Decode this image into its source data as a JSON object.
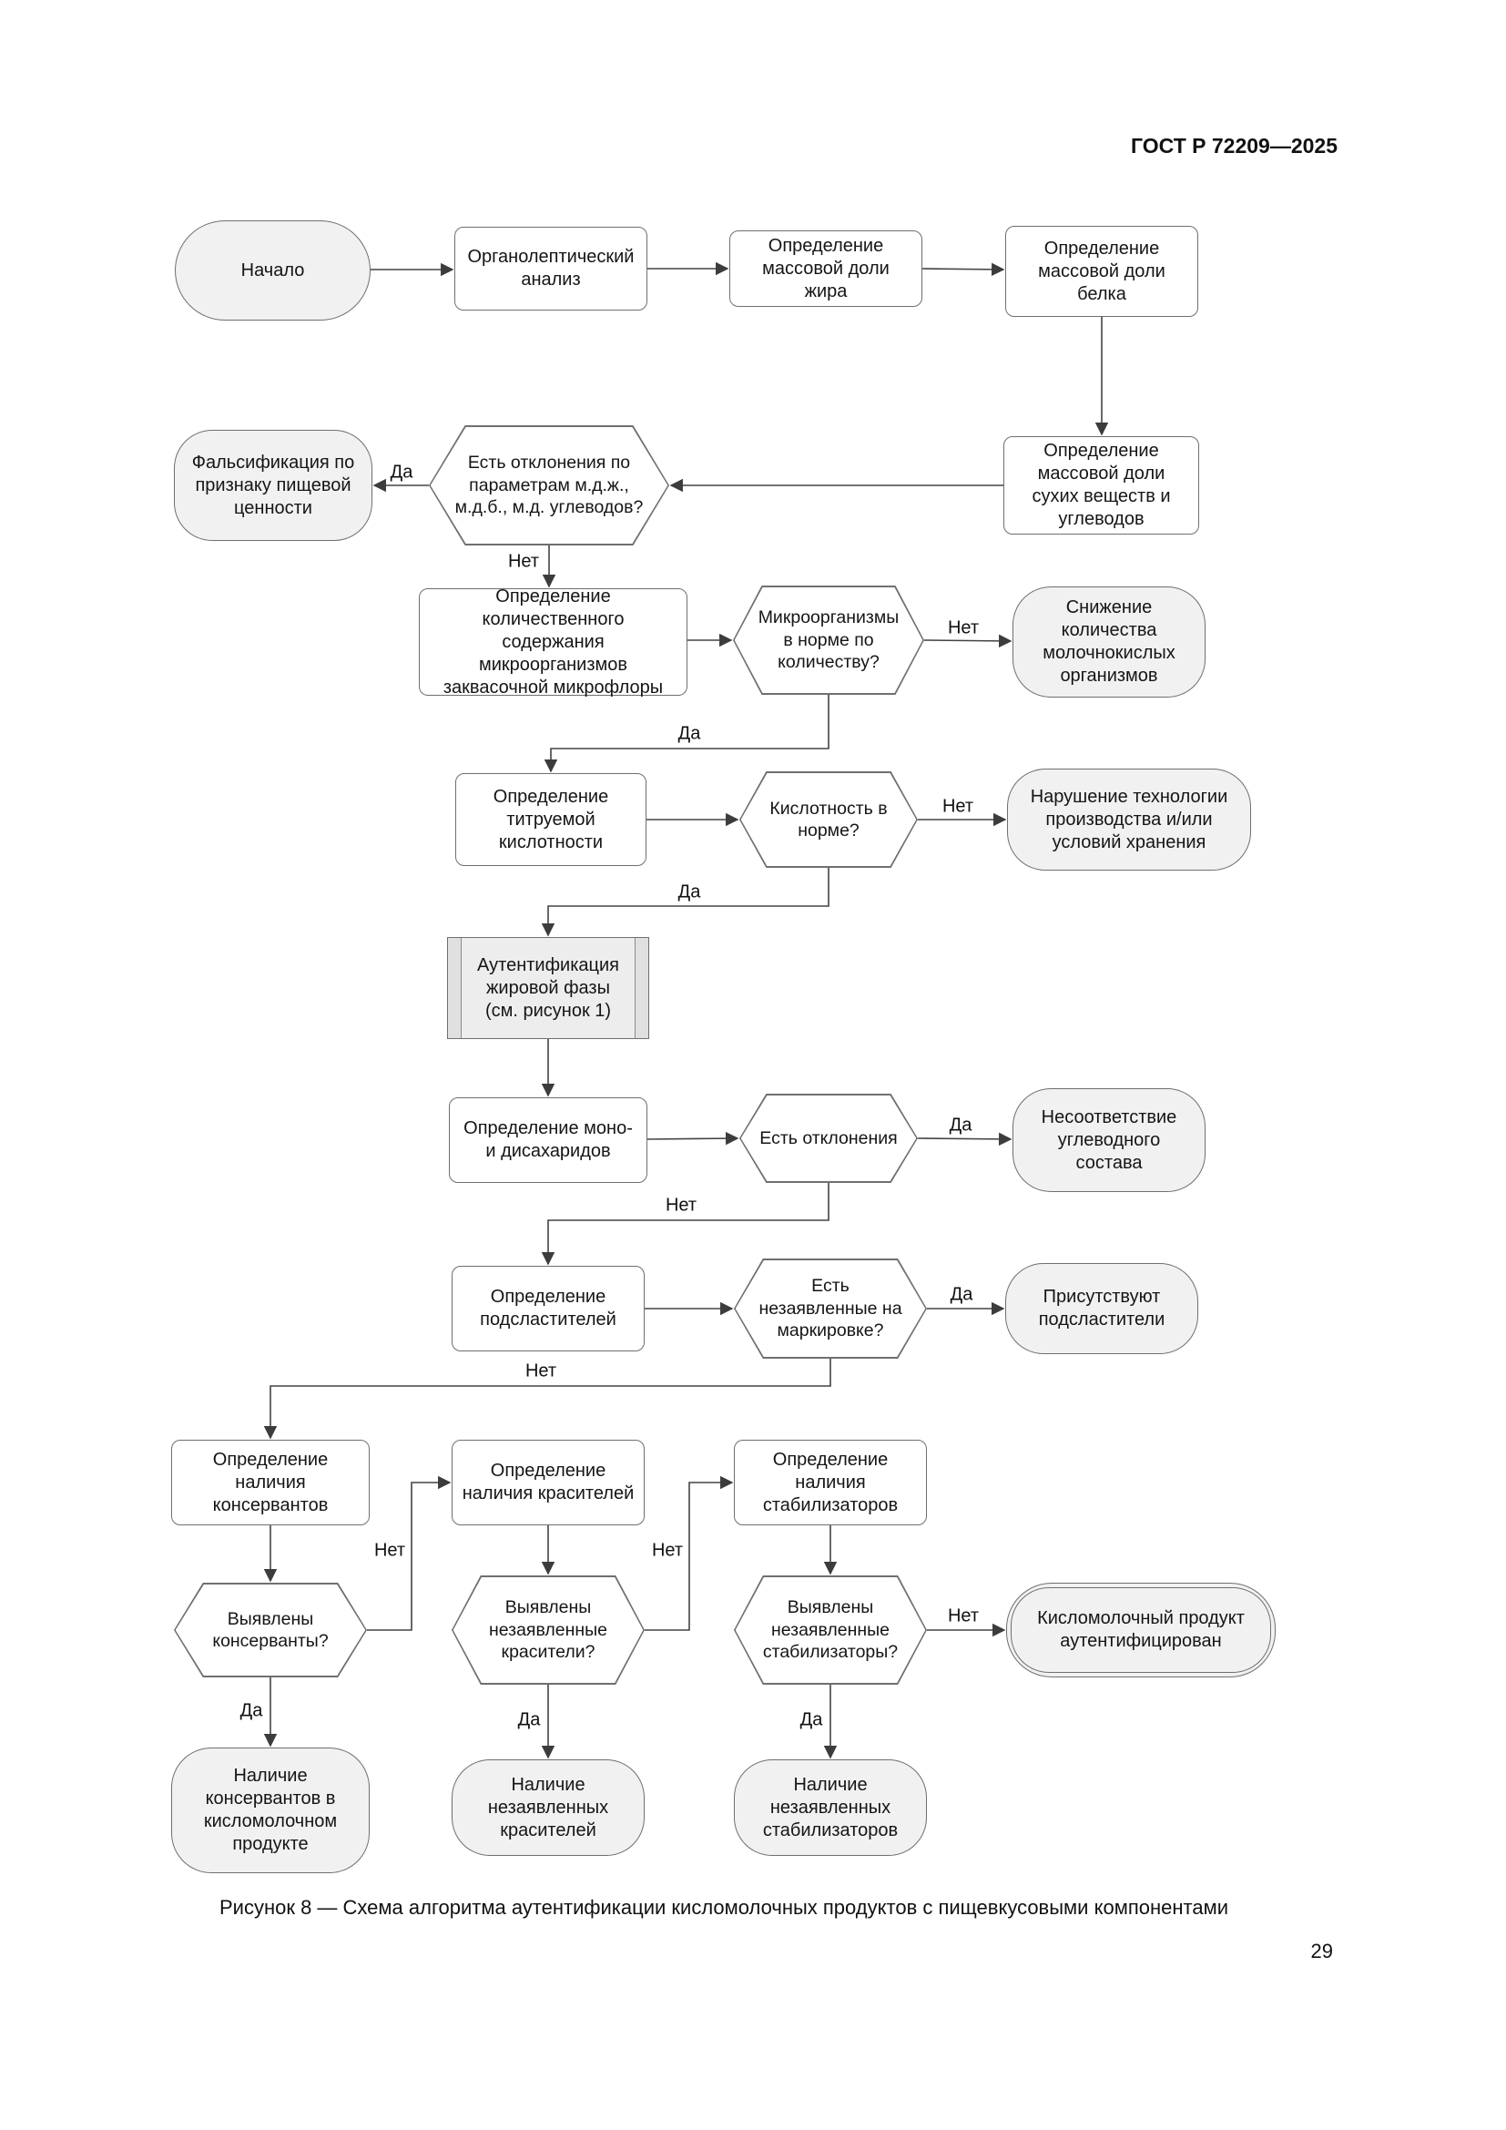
{
  "page": {
    "header": "ГОСТ Р 72209—2025",
    "caption": "Рисунок 8 — Схема алгоритма аутентификации кисломолочных продуктов с пищевкусовыми компонентами",
    "page_number": "29"
  },
  "labels": {
    "yes": "Да",
    "no": "Нет"
  },
  "flowchart": {
    "nodes": [
      {
        "id": "start",
        "type": "terminator",
        "label": "Начало"
      },
      {
        "id": "organoleptic",
        "type": "process",
        "label": "Органолептический анализ"
      },
      {
        "id": "fat-mass",
        "type": "process",
        "label": "Определение массовой доли жира"
      },
      {
        "id": "protein-mass",
        "type": "process",
        "label": "Определение массовой доли белка"
      },
      {
        "id": "solids-carbs",
        "type": "process",
        "label": "Определение массовой доли сухих веществ и углеводов"
      },
      {
        "id": "deviation-decision",
        "type": "decision",
        "label": "Есть отклонения по параметрам м.д.ж., м.д.б., м.д. углеводов?"
      },
      {
        "id": "falsification",
        "type": "terminator",
        "label": "Фальсификация по признаку пищевой ценности"
      },
      {
        "id": "micro-count",
        "type": "process",
        "label": "Определение количественного содержания микроорганизмов заквасочной микрофлоры"
      },
      {
        "id": "micro-decision",
        "type": "decision",
        "label": "Микроорганизмы в норме по количеству?"
      },
      {
        "id": "micro-reduction",
        "type": "terminator",
        "label": "Снижение количества молочнокислых организмов"
      },
      {
        "id": "acidity",
        "type": "process",
        "label": "Определение титруемой кислотности"
      },
      {
        "id": "acidity-decision",
        "type": "decision",
        "label": "Кислотность в норме?"
      },
      {
        "id": "tech-violation",
        "type": "terminator",
        "label": "Нарушение технологии производства и/или условий хранения"
      },
      {
        "id": "fat-auth",
        "type": "predefined",
        "label": "Аутентификация жировой фазы (см. рисунок 1)"
      },
      {
        "id": "sugars",
        "type": "process",
        "label": "Определение моно- и дисахаридов"
      },
      {
        "id": "sugars-decision",
        "type": "decision",
        "label": "Есть отклонения"
      },
      {
        "id": "carb-mismatch",
        "type": "terminator",
        "label": "Несоответствие углеводного состава"
      },
      {
        "id": "sweeteners",
        "type": "process",
        "label": "Определение подсластителей"
      },
      {
        "id": "sweeteners-decision",
        "type": "decision",
        "label": "Есть незаявленные на маркировке?"
      },
      {
        "id": "sweeteners-present",
        "type": "terminator",
        "label": "Присутствуют подсластители"
      },
      {
        "id": "preservatives",
        "type": "process",
        "label": "Определение наличия консервантов"
      },
      {
        "id": "dyes",
        "type": "process",
        "label": "Определение наличия красителей"
      },
      {
        "id": "stabilizers",
        "type": "process",
        "label": "Определение наличия стабилизаторов"
      },
      {
        "id": "preservatives-decision",
        "type": "decision",
        "label": "Выявлены консерванты?"
      },
      {
        "id": "dyes-decision",
        "type": "decision",
        "label": "Выявлены незаявленные красители?"
      },
      {
        "id": "stabilizers-decision",
        "type": "decision",
        "label": "Выявлены незаявленные стабилизаторы?"
      },
      {
        "id": "authenticated",
        "type": "terminator-double",
        "label": "Кисломолочный продукт аутентифицирован"
      },
      {
        "id": "preservatives-found",
        "type": "terminator",
        "label": "Наличие консервантов в кисломолочном продукте"
      },
      {
        "id": "dyes-found",
        "type": "terminator",
        "label": "Наличие незаявленных красителей"
      },
      {
        "id": "stabilizers-found",
        "type": "terminator",
        "label": "Наличие незаявленных стабилизаторов"
      }
    ],
    "edges": [
      {
        "from": "start",
        "to": "organoleptic"
      },
      {
        "from": "organoleptic",
        "to": "fat-mass"
      },
      {
        "from": "fat-mass",
        "to": "protein-mass"
      },
      {
        "from": "protein-mass",
        "to": "solids-carbs"
      },
      {
        "from": "solids-carbs",
        "to": "deviation-decision"
      },
      {
        "from": "deviation-decision",
        "to": "falsification",
        "label": "Да"
      },
      {
        "from": "deviation-decision",
        "to": "micro-count",
        "label": "Нет"
      },
      {
        "from": "micro-count",
        "to": "micro-decision"
      },
      {
        "from": "micro-decision",
        "to": "micro-reduction",
        "label": "Нет"
      },
      {
        "from": "micro-decision",
        "to": "acidity",
        "label": "Да"
      },
      {
        "from": "acidity",
        "to": "acidity-decision"
      },
      {
        "from": "acidity-decision",
        "to": "tech-violation",
        "label": "Нет"
      },
      {
        "from": "acidity-decision",
        "to": "fat-auth",
        "label": "Да"
      },
      {
        "from": "fat-auth",
        "to": "sugars"
      },
      {
        "from": "sugars",
        "to": "sugars-decision"
      },
      {
        "from": "sugars-decision",
        "to": "carb-mismatch",
        "label": "Да"
      },
      {
        "from": "sugars-decision",
        "to": "sweeteners",
        "label": "Нет"
      },
      {
        "from": "sweeteners",
        "to": "sweeteners-decision"
      },
      {
        "from": "sweeteners-decision",
        "to": "sweeteners-present",
        "label": "Да"
      },
      {
        "from": "sweeteners-decision",
        "to": "preservatives",
        "label": "Нет"
      },
      {
        "from": "preservatives",
        "to": "preservatives-decision"
      },
      {
        "from": "preservatives-decision",
        "to": "dyes",
        "label": "Нет"
      },
      {
        "from": "preservatives-decision",
        "to": "preservatives-found",
        "label": "Да"
      },
      {
        "from": "dyes",
        "to": "dyes-decision"
      },
      {
        "from": "dyes-decision",
        "to": "stabilizers",
        "label": "Нет"
      },
      {
        "from": "dyes-decision",
        "to": "dyes-found",
        "label": "Да"
      },
      {
        "from": "stabilizers",
        "to": "stabilizers-decision"
      },
      {
        "from": "stabilizers-decision",
        "to": "authenticated",
        "label": "Нет"
      },
      {
        "from": "stabilizers-decision",
        "to": "stabilizers-found",
        "label": "Да"
      }
    ]
  }
}
